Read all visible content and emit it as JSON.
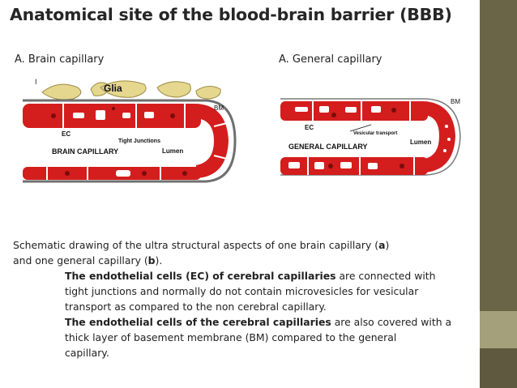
{
  "title": "Anatomical site of the blood-brain barrier (BBB)",
  "panels": {
    "brain": {
      "label": "A. Brain capillary",
      "roman": "I",
      "glia": "Glia",
      "bm": "BM",
      "ec": "EC",
      "tight": "Tight Junctions",
      "name": "BRAIN CAPILLARY",
      "lumen": "Lumen"
    },
    "general": {
      "label": "A. General capillary",
      "bm": "BM",
      "ec": "EC",
      "vesicular": "Vesicular transport",
      "name": "GENERAL CAPILLARY",
      "lumen": "Lumen"
    }
  },
  "caption": {
    "line1_pre": "Schematic drawing of the ultra structural aspects of one brain capillary (",
    "line1_a": "a",
    "line1_post": ")",
    "line2_pre": "and one general capillary (",
    "line2_b": "b",
    "line2_post": ")."
  },
  "para1": {
    "bold": "The endothelial cells (EC) of cerebral capillaries",
    "rest1": " are connected with",
    "line2": "tight junctions and normally do not contain microvesicles for vesicular",
    "line3": "transport as compared to the non cerebral capillary."
  },
  "para2": {
    "bold": "The endothelial cells of the cerebral capillaries",
    "rest1": " are also covered with a",
    "line2": "thick layer of basement membrane (BM) compared to the general",
    "line3": "capillary."
  },
  "colors": {
    "cell_red": "#d41d1d",
    "nucleus": "#7a0b0b",
    "glia": "#e5d78e",
    "rail": "#6b6548"
  }
}
